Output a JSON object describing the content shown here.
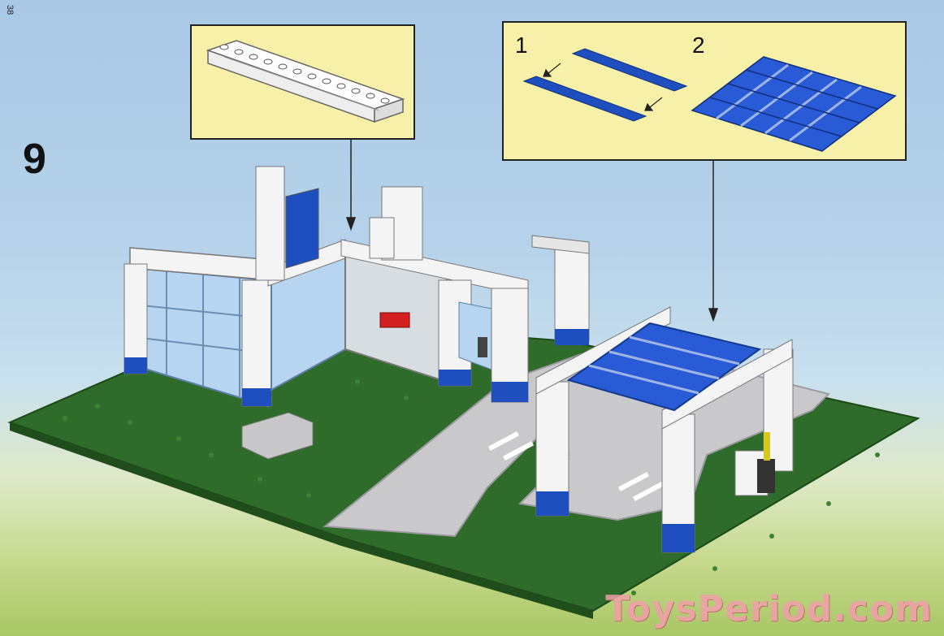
{
  "page": {
    "page_number": "38",
    "step_number": "9"
  },
  "callouts": [
    {
      "name": "callout-long-brick"
    },
    {
      "name": "callout-roof-assembly",
      "sub_steps": [
        "1",
        "2"
      ]
    }
  ],
  "watermark": "ToysPeriod.com",
  "colors": {
    "baseplate_green": "#2f6b2a",
    "brick_white": "#f4f4f4",
    "brick_blue": "#1f4fbf",
    "road_grey": "#c9c9cc",
    "callout_yellow": "#f7f0a8",
    "window_blue": "#b7d4f0"
  }
}
